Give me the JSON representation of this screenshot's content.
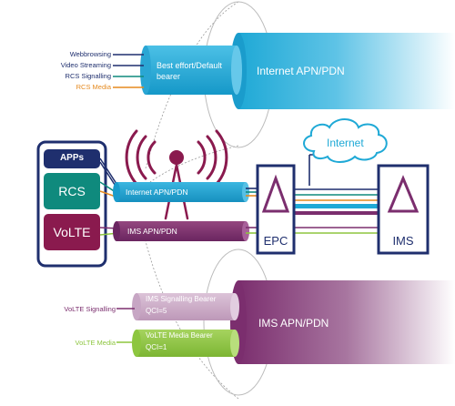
{
  "colors": {
    "cyan": "#1fa9d6",
    "cyan_light": "#8fd6ee",
    "purple": "#7b2e6e",
    "purple_light": "#c9a3c2",
    "navy": "#1f2f6e",
    "teal": "#0f8a7d",
    "maroon": "#8a1a4e",
    "orange": "#e58a1f",
    "green": "#8dc63f",
    "lilac": "#c7a6c4",
    "dark_line": "#3a3a3a"
  },
  "internet_section": {
    "flows": [
      {
        "label": "Webbrowsing"
      },
      {
        "label": "Video Streaming"
      },
      {
        "label": "RCS Signalling"
      },
      {
        "label": "RCS Media"
      }
    ],
    "bearer_label": "Best effort/Default bearer",
    "pdn_label": "Internet APN/PDN"
  },
  "device": {
    "apps": [
      {
        "label": "APPs"
      },
      {
        "label": "RCS"
      },
      {
        "label": "VoLTE"
      }
    ]
  },
  "network": {
    "internet_pipe_label": "Internet APN/PDN",
    "ims_pipe_label": "IMS APN/PDN",
    "cloud_label": "Internet",
    "epc_label": "EPC",
    "ims_label": "IMS"
  },
  "ims_section": {
    "flows": [
      {
        "label": "VoLTE Signalling"
      },
      {
        "label": "VoLTE Media"
      }
    ],
    "bearers": [
      {
        "line1": "IMS Signalling Bearer",
        "line2": "QCI=5"
      },
      {
        "line1": "VoLTE Media Bearer",
        "line2": "QCI=1"
      }
    ],
    "pdn_label": "IMS APN/PDN"
  }
}
